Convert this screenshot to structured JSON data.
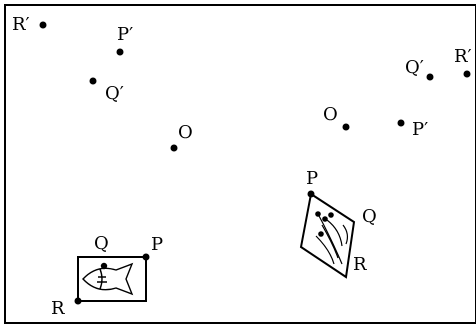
{
  "labels": {
    "top_left_r_prime": "R′",
    "top_left_p_prime": "P′",
    "top_left_q_prime": "Q′",
    "top_left_o": "O",
    "top_right_q_prime": "Q′",
    "top_right_r_prime": "R′",
    "mid_o": "O",
    "mid_p_prime": "P′",
    "fish_q": "Q",
    "fish_p": "P",
    "fish_r": "R",
    "flower_p": "P",
    "flower_q": "Q",
    "flower_r": "R"
  }
}
